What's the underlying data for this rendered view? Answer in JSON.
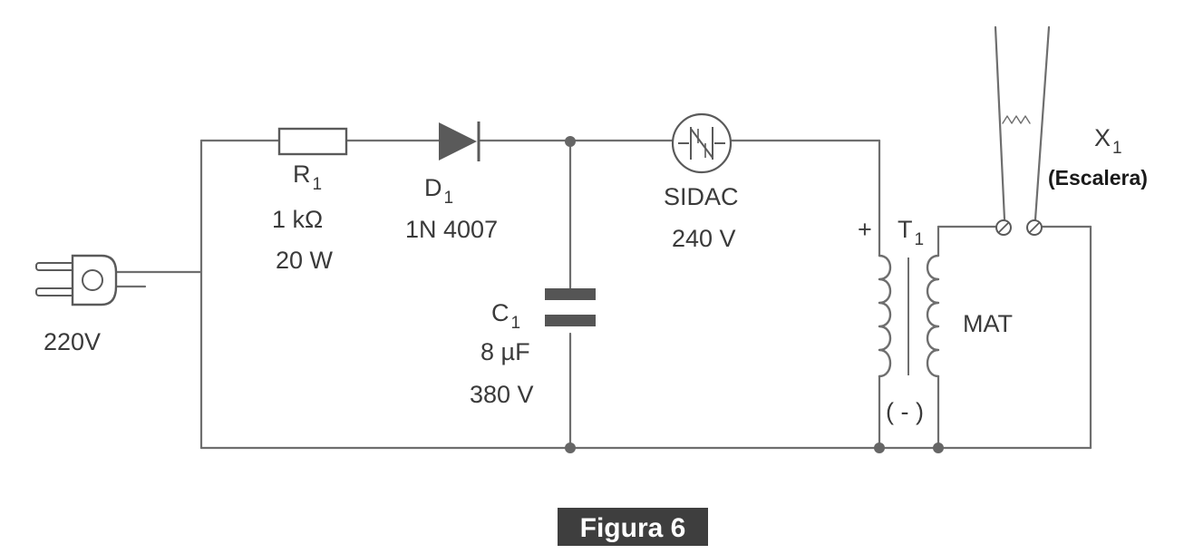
{
  "figure_label": "Figura 6",
  "source": {
    "label": "220V"
  },
  "resistor": {
    "ref": "R",
    "ref_sub": "1",
    "value": "1 kΩ",
    "power": "20 W"
  },
  "diode": {
    "ref": "D",
    "ref_sub": "1",
    "part": "1N 4007"
  },
  "capacitor": {
    "ref": "C",
    "ref_sub": "1",
    "value": "8 µF",
    "voltage": "380 V"
  },
  "sidac": {
    "name": "SIDAC",
    "voltage": "240 V"
  },
  "transformer": {
    "ref": "T",
    "ref_sub": "1",
    "plus": "+",
    "minus": "( - )",
    "output": "MAT"
  },
  "spark_gap": {
    "ref": "X",
    "ref_sub": "1",
    "note": "(Escalera)"
  }
}
